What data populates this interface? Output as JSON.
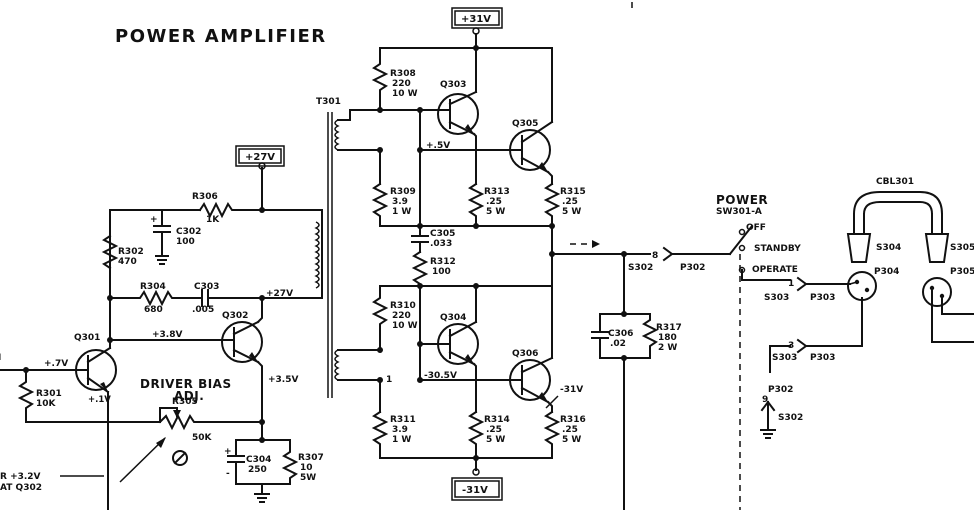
{
  "title": "POWER AMPLIFIER",
  "rails": {
    "plus31": "+31V",
    "plus27": "+27V",
    "minus31": "-31V"
  },
  "transformer": "T301",
  "transistors": {
    "q301": "Q301",
    "q302": "Q302",
    "q303": "Q303",
    "q304": "Q304",
    "q305": "Q305",
    "q306": "Q306"
  },
  "resistors": {
    "r301": [
      "R301",
      "10K"
    ],
    "r302": [
      "R302",
      "470"
    ],
    "r304": [
      "R304",
      "680"
    ],
    "r305": [
      "R305",
      "50K"
    ],
    "r306": [
      "R306",
      "1K"
    ],
    "r307": [
      "R307",
      "10",
      "5W"
    ],
    "r308": [
      "R308",
      "220",
      "10 W"
    ],
    "r309": [
      "R309",
      "3.9",
      "1 W"
    ],
    "r310": [
      "R310",
      "220",
      "10 W"
    ],
    "r311": [
      "R311",
      "3.9",
      "1 W"
    ],
    "r312": [
      "R312",
      "100"
    ],
    "r313": [
      "R313",
      ".25",
      "5 W"
    ],
    "r314": [
      "R314",
      ".25",
      "5 W"
    ],
    "r315": [
      "R315",
      ".25",
      "5 W"
    ],
    "r316": [
      "R316",
      ".25",
      "5 W"
    ],
    "r317": [
      "R317",
      "180",
      "2 W"
    ]
  },
  "capacitors": {
    "c302": [
      "C302",
      "100"
    ],
    "c303": [
      "C303",
      ".005"
    ],
    "c304": [
      "C304",
      "250"
    ],
    "c305": [
      "C305",
      ".033"
    ],
    "c306": [
      "C306",
      ".02"
    ]
  },
  "voltages": {
    "v_q301b": "+.7V",
    "v_q301e": "+.1V",
    "v_q302b": "+3.8V",
    "v_q302e": "+3.5V",
    "v_q302c": "+27V",
    "v_q303e": "+.5V",
    "v_q304e": "-30.5V",
    "v_q306e": "-31V"
  },
  "driver_bias": {
    "line1": "DRIVER BIAS",
    "line2": "ADJ."
  },
  "note": {
    "line1": "R +3.2V",
    "line2": "AT Q302"
  },
  "tap_label": "1",
  "power_switch": {
    "title": "POWER",
    "ref": "SW301-A",
    "off": "OFF",
    "standby": "STANDBY",
    "operate": "OPERATE"
  },
  "connectors": {
    "s302": "S302",
    "p302": "P302",
    "s303": "S303",
    "p303": "P303",
    "p304": "P304",
    "s304": "S304",
    "p305": "P305",
    "s305": "S305",
    "cbl301": "CBL301",
    "pin8": "8",
    "pin1": "1",
    "pin3": "3",
    "pin9": "9"
  }
}
